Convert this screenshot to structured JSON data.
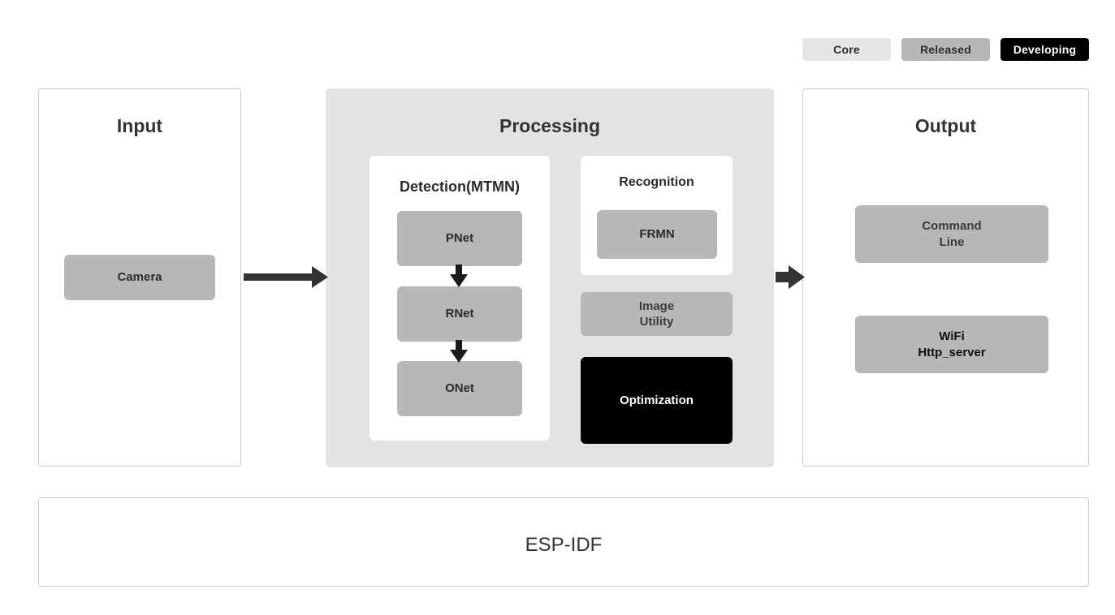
{
  "legend": {
    "items": [
      {
        "label": "Core",
        "color": "#e6e6e6",
        "text_color": "#2b2b2b"
      },
      {
        "label": "Released",
        "color": "#b7b7b7",
        "text_color": "#2b2b2b"
      },
      {
        "label": "Developing",
        "color": "#000000",
        "text_color": "#ffffff"
      }
    ]
  },
  "panels": {
    "input": {
      "title": "Input",
      "nodes": [
        {
          "label": "Camera",
          "status": "Released"
        }
      ]
    },
    "processing": {
      "title": "Processing",
      "cards": [
        {
          "title": "Detection(MTMN)",
          "nodes": [
            {
              "label": "PNet",
              "status": "Released"
            },
            {
              "label": "RNet",
              "status": "Released"
            },
            {
              "label": "ONet",
              "status": "Released"
            }
          ]
        },
        {
          "title": "Recognition",
          "nodes": [
            {
              "label": "FRMN",
              "status": "Released"
            }
          ]
        }
      ],
      "loose_nodes": [
        {
          "label": "Image\nUtility",
          "status": "Released"
        },
        {
          "label": "Optimization",
          "status": "Developing"
        }
      ]
    },
    "output": {
      "title": "Output",
      "nodes": [
        {
          "label": "Command\nLine",
          "status": "Released"
        },
        {
          "label": "WiFi\nHttp_server",
          "status": "Released"
        }
      ]
    },
    "foundation": {
      "title": "ESP-IDF"
    }
  },
  "colors": {
    "core": "#e6e6e6",
    "released": "#b7b7b7",
    "developing": "#000000",
    "panel_background": "#e3e3e3",
    "panel_border": "#c9c9c9",
    "arrow": "#333333",
    "text": "#2b2b2b"
  }
}
